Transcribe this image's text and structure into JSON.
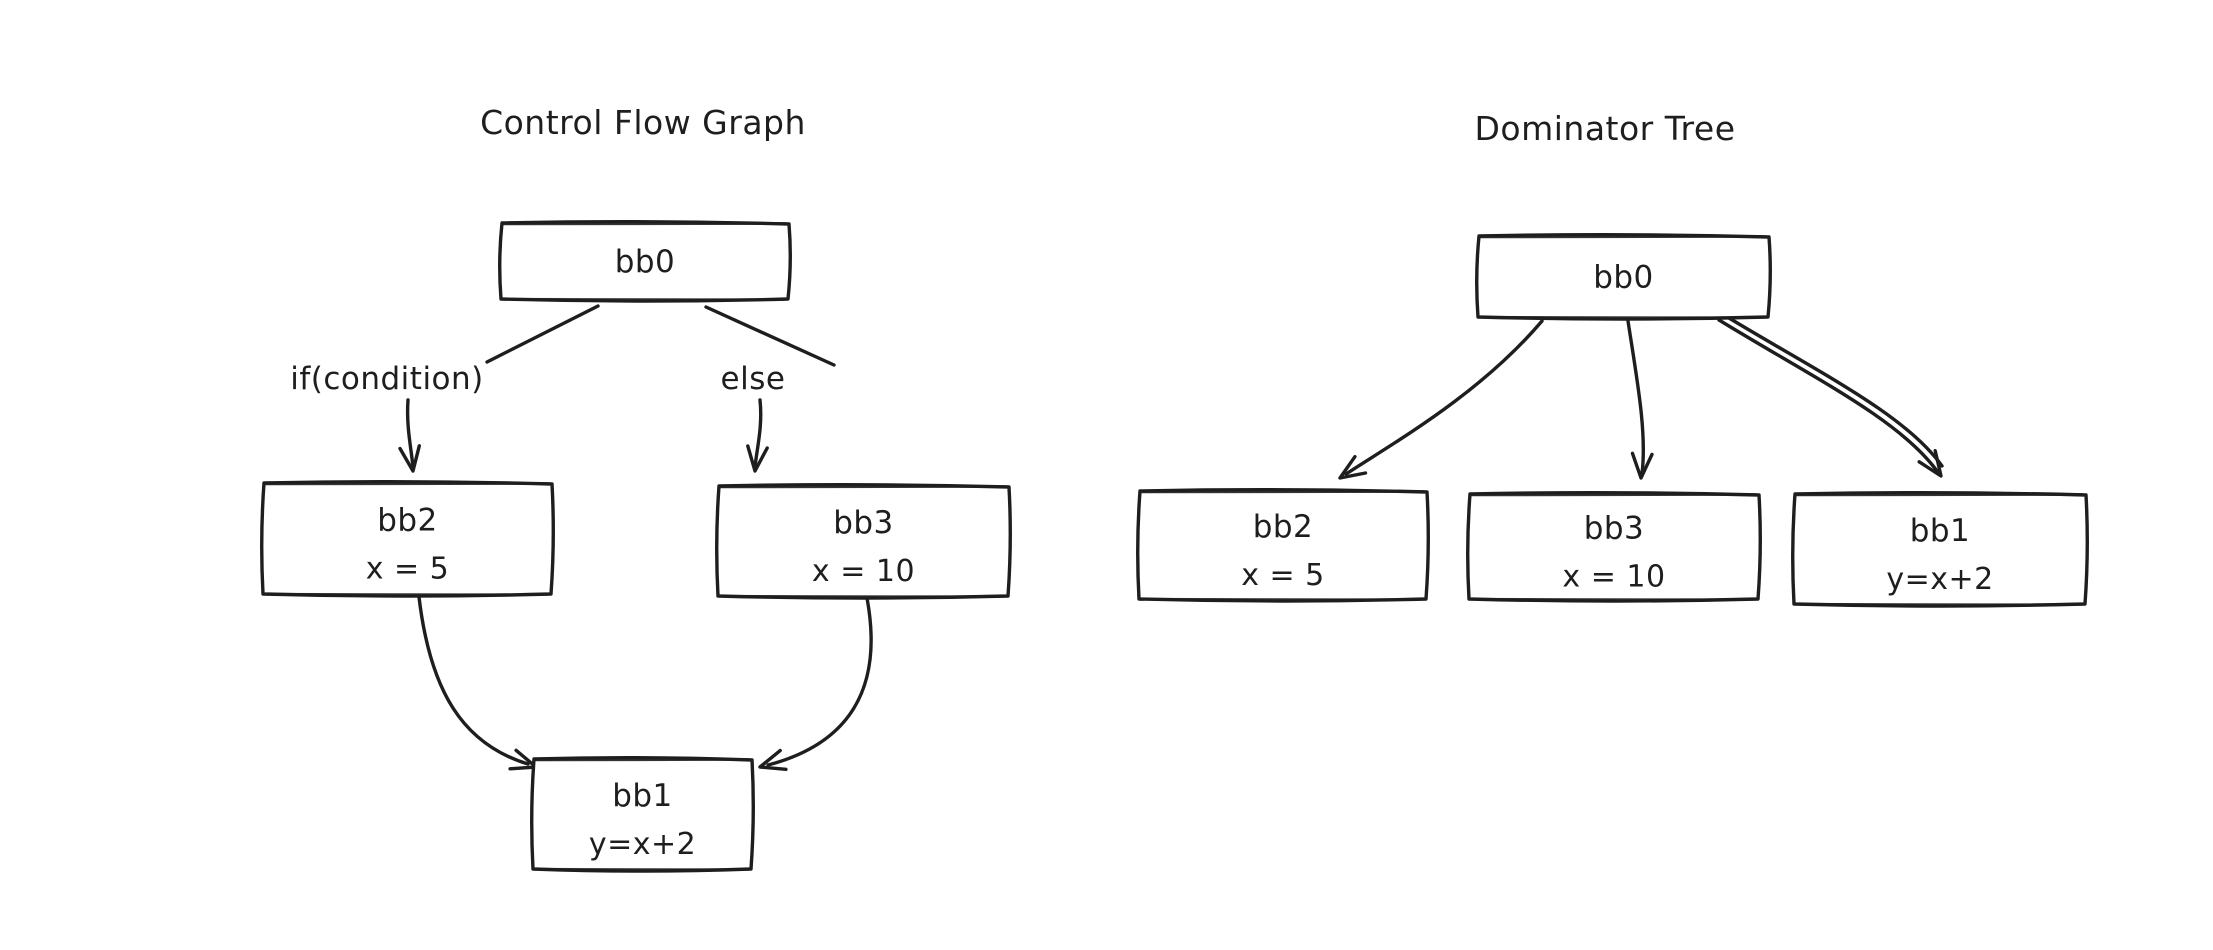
{
  "theme": {
    "canvas_background": "#ffffff",
    "stroke": "#1e1e1e"
  },
  "diagrams": [
    {
      "title": "Control Flow Graph",
      "nodes": [
        {
          "id": "bb0",
          "label": "bb0",
          "code": ""
        },
        {
          "id": "bb2",
          "label": "bb2",
          "code": "x = 5"
        },
        {
          "id": "bb3",
          "label": "bb3",
          "code": "x = 10"
        },
        {
          "id": "bb1",
          "label": "bb1",
          "code": "y=x+2"
        }
      ],
      "edges": [
        {
          "from": "bb0",
          "to": "bb2",
          "label": "if(condition)"
        },
        {
          "from": "bb0",
          "to": "bb3",
          "label": "else"
        },
        {
          "from": "bb2",
          "to": "bb1"
        },
        {
          "from": "bb3",
          "to": "bb1"
        }
      ]
    },
    {
      "title": "Dominator Tree",
      "nodes": [
        {
          "id": "bb0",
          "label": "bb0",
          "code": ""
        },
        {
          "id": "bb2",
          "label": "bb2",
          "code": "x = 5"
        },
        {
          "id": "bb3",
          "label": "bb3",
          "code": "x = 10"
        },
        {
          "id": "bb1",
          "label": "bb1",
          "code": "y=x+2"
        }
      ],
      "edges": [
        {
          "from": "bb0",
          "to": "bb2"
        },
        {
          "from": "bb0",
          "to": "bb3"
        },
        {
          "from": "bb0",
          "to": "bb1"
        }
      ]
    }
  ]
}
